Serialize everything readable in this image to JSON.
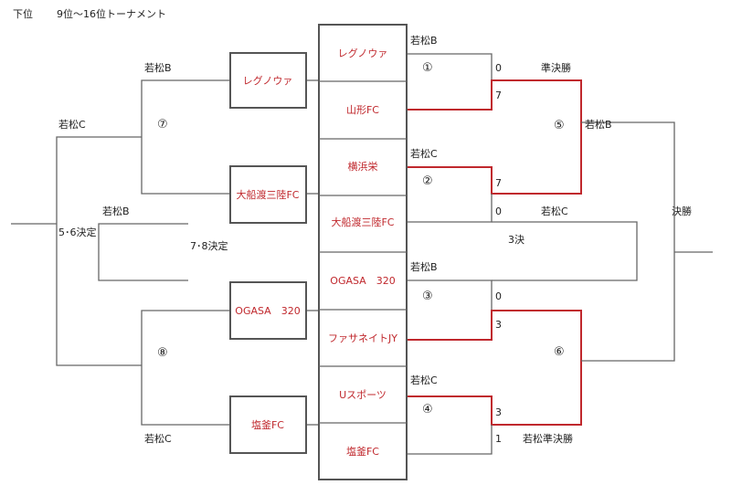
{
  "header": {
    "left": "下位",
    "title": "9位～16位トーナメント"
  },
  "center_teams": [
    {
      "name": "レグノウァ"
    },
    {
      "name": "山形FC"
    },
    {
      "name": "横浜栄"
    },
    {
      "name": "大船渡三陸FC"
    },
    {
      "name": "OGASA　320"
    },
    {
      "name": "ファサネイトJY"
    },
    {
      "name": "Uスポーツ"
    },
    {
      "name": "塩釜FC"
    }
  ],
  "left_teams": [
    {
      "name": "レグノウァ"
    },
    {
      "name": "大船渡三陸FC"
    },
    {
      "name": "OGASA　320"
    },
    {
      "name": "塩釜FC"
    }
  ],
  "venues": {
    "m1": "若松B",
    "m2": "若松C",
    "m3": "若松B",
    "m4": "若松C",
    "semi_a": "若松B",
    "semi_b": "若松C",
    "final": "決勝",
    "third": "若松C",
    "third_label": "3決",
    "semi_a_label": "準決勝",
    "semi_b_label": "若松準決勝",
    "m7": "若松B",
    "m8": "若松C",
    "m56": "若松C",
    "m78": "若松B",
    "label_56": "5･6決定",
    "label_78": "7･8決定"
  },
  "circles": {
    "c1": "①",
    "c2": "②",
    "c3": "③",
    "c4": "④",
    "c5": "⑤",
    "c6": "⑥",
    "c7": "⑦",
    "c8": "⑧"
  },
  "scores": {
    "m1_top": "0",
    "m1_bot": "7",
    "m2_top": "7",
    "m2_bot": "0",
    "m3_top": "0",
    "m3_bot": "3",
    "m4_top": "3",
    "m4_bot": "1"
  }
}
